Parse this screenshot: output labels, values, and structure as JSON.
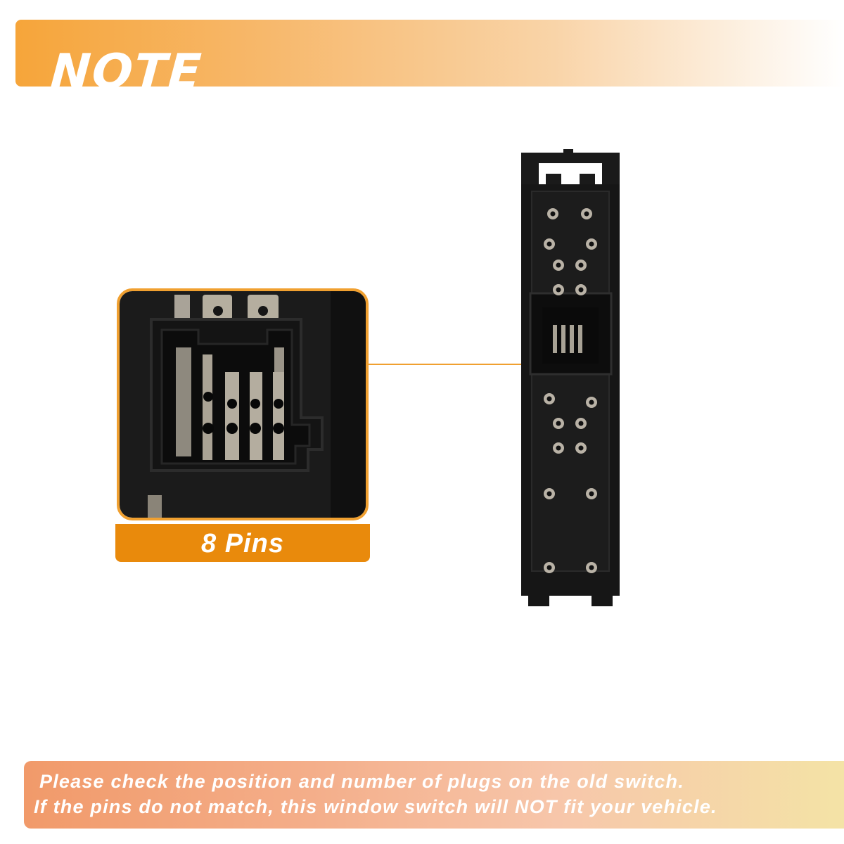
{
  "banner": {
    "title": "NOTE"
  },
  "callout": {
    "label": "8 Pins"
  },
  "footer": {
    "line1": "Please check the position and number of plugs on the old switch.",
    "line2": "If the pins do not match, this window switch will NOT fit your vehicle."
  },
  "colors": {
    "accent_orange": "#e98a0c",
    "frame_orange": "#f0a030",
    "device_black": "#141414",
    "pin_metal": "#b9b2a6"
  },
  "icons": [
    "connector-closeup-image",
    "window-switch-back-image"
  ]
}
